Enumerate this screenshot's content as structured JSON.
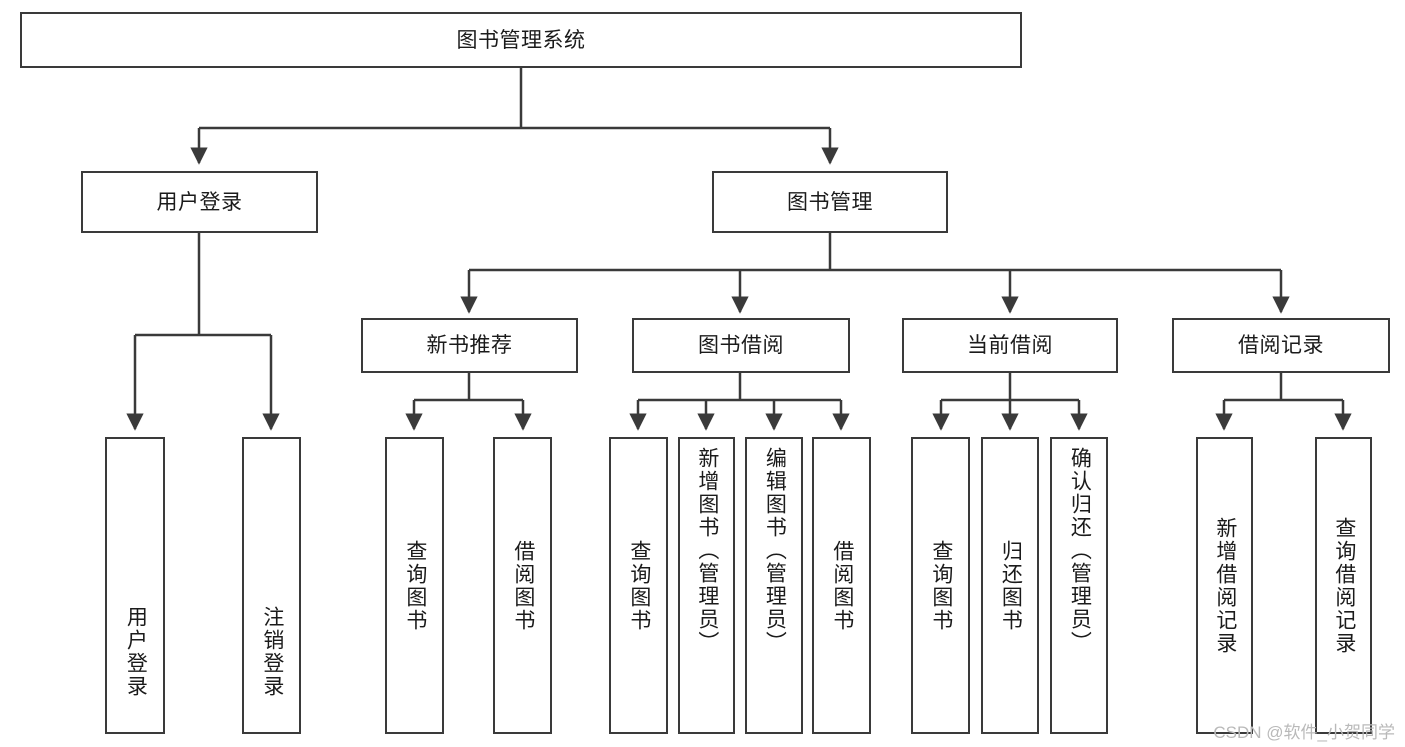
{
  "diagram": {
    "title": "图书管理系统",
    "watermark": "CSDN @软件_小贺同学",
    "accent_color": "#3a3a3a",
    "background_color": "#ffffff",
    "nodes": {
      "root": "图书管理系统",
      "level1": [
        "用户登录",
        "图书管理"
      ],
      "level2": [
        "新书推荐",
        "图书借阅",
        "当前借阅",
        "借阅记录"
      ],
      "leaves": {
        "user_login": [
          "用户登录",
          "注销登录"
        ],
        "new_book_recommend": [
          "查询图书",
          "借阅图书"
        ],
        "book_borrow": [
          "查询图书",
          "新增图书（管理员）",
          "编辑图书（管理员）",
          "借阅图书"
        ],
        "current_borrow": [
          "查询图书",
          "归还图书",
          "确认归还（管理员）"
        ],
        "borrow_records": [
          "新增借阅记录",
          "查询借阅记录"
        ]
      }
    }
  }
}
